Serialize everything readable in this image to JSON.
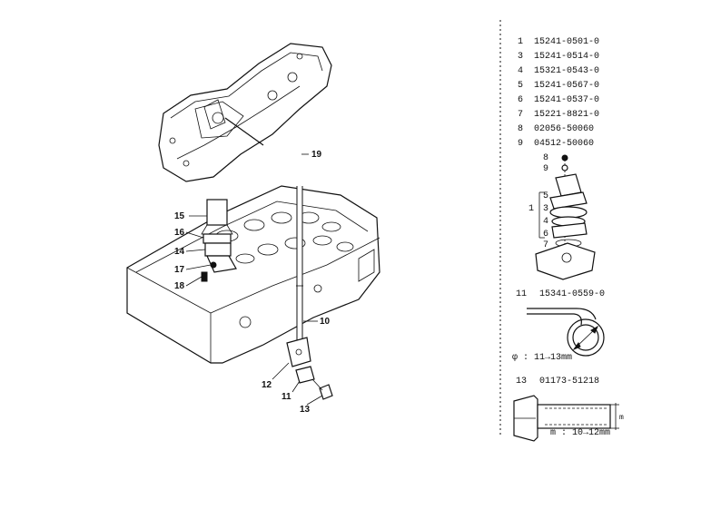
{
  "callouts": [
    "19",
    "15",
    "16",
    "14",
    "17",
    "18",
    "10",
    "12",
    "11",
    "13"
  ],
  "parts_list": [
    {
      "no": "1",
      "part": "15241-0501-0"
    },
    {
      "no": "3",
      "part": "15241-0514-0"
    },
    {
      "no": "4",
      "part": "15321-0543-0"
    },
    {
      "no": "5",
      "part": "15241-0567-0"
    },
    {
      "no": "6",
      "part": "15241-0537-0"
    },
    {
      "no": "7",
      "part": "15221-8821-0"
    },
    {
      "no": "8",
      "part": "02056-50060"
    },
    {
      "no": "9",
      "part": "04512-50060"
    }
  ],
  "exploded_labels": [
    "8",
    "9",
    "5",
    "1",
    "3",
    "4",
    "6",
    "7"
  ],
  "part11": {
    "no": "11",
    "part": "15341-0559-0",
    "dim": "φ : 11→13mm"
  },
  "part13": {
    "no": "13",
    "part": "01173-51218",
    "dim": "m : 10→12mm",
    "dim_letter": "m"
  }
}
